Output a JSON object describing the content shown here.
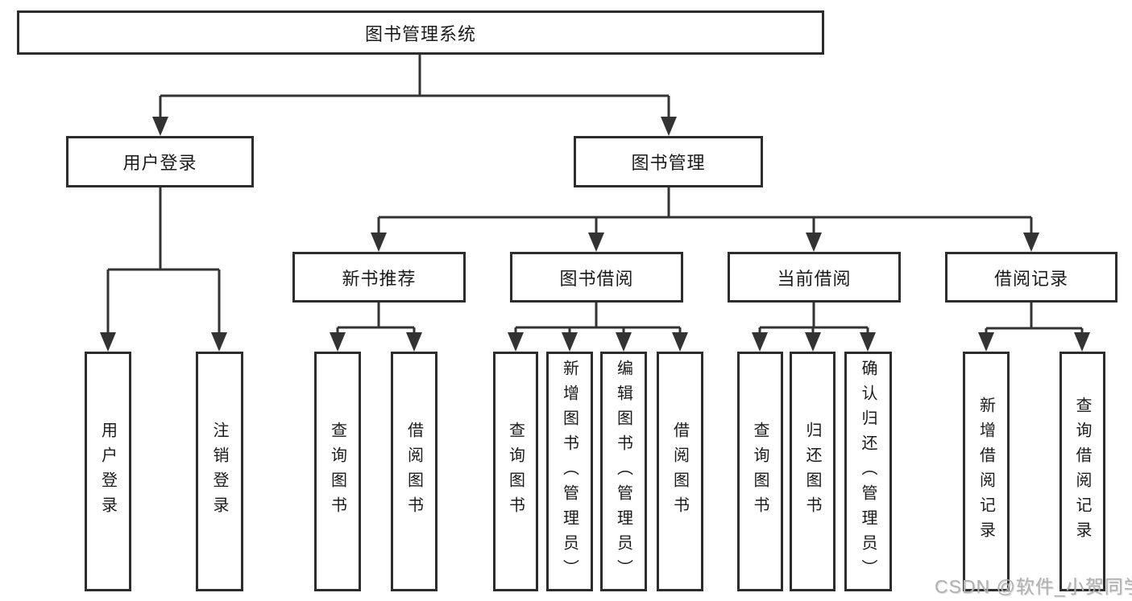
{
  "watermark": "CSDN @软件_小贺同学",
  "colors": {
    "background": "#ffffff",
    "box_border": "#2d2d2d",
    "connector_line": "#333333",
    "text": "#1b1b1b",
    "watermark_text": "#b1b1b1"
  },
  "tree": {
    "label": "图书管理系统",
    "children": [
      {
        "label": "用户登录",
        "children": [
          {
            "label": "用户登录"
          },
          {
            "label": "注销登录"
          }
        ]
      },
      {
        "label": "图书管理",
        "children": [
          {
            "label": "新书推荐",
            "children": [
              {
                "label": "查询图书"
              },
              {
                "label": "借阅图书"
              }
            ]
          },
          {
            "label": "图书借阅",
            "children": [
              {
                "label": "查询图书"
              },
              {
                "label": "新增图书（管理员）"
              },
              {
                "label": "编辑图书（管理员）"
              },
              {
                "label": "借阅图书"
              }
            ]
          },
          {
            "label": "当前借阅",
            "children": [
              {
                "label": "查询图书"
              },
              {
                "label": "归还图书"
              },
              {
                "label": "确认归还（管理员）"
              }
            ]
          },
          {
            "label": "借阅记录",
            "children": [
              {
                "label": "新增借阅记录"
              },
              {
                "label": "查询借阅记录"
              }
            ]
          }
        ]
      }
    ]
  }
}
